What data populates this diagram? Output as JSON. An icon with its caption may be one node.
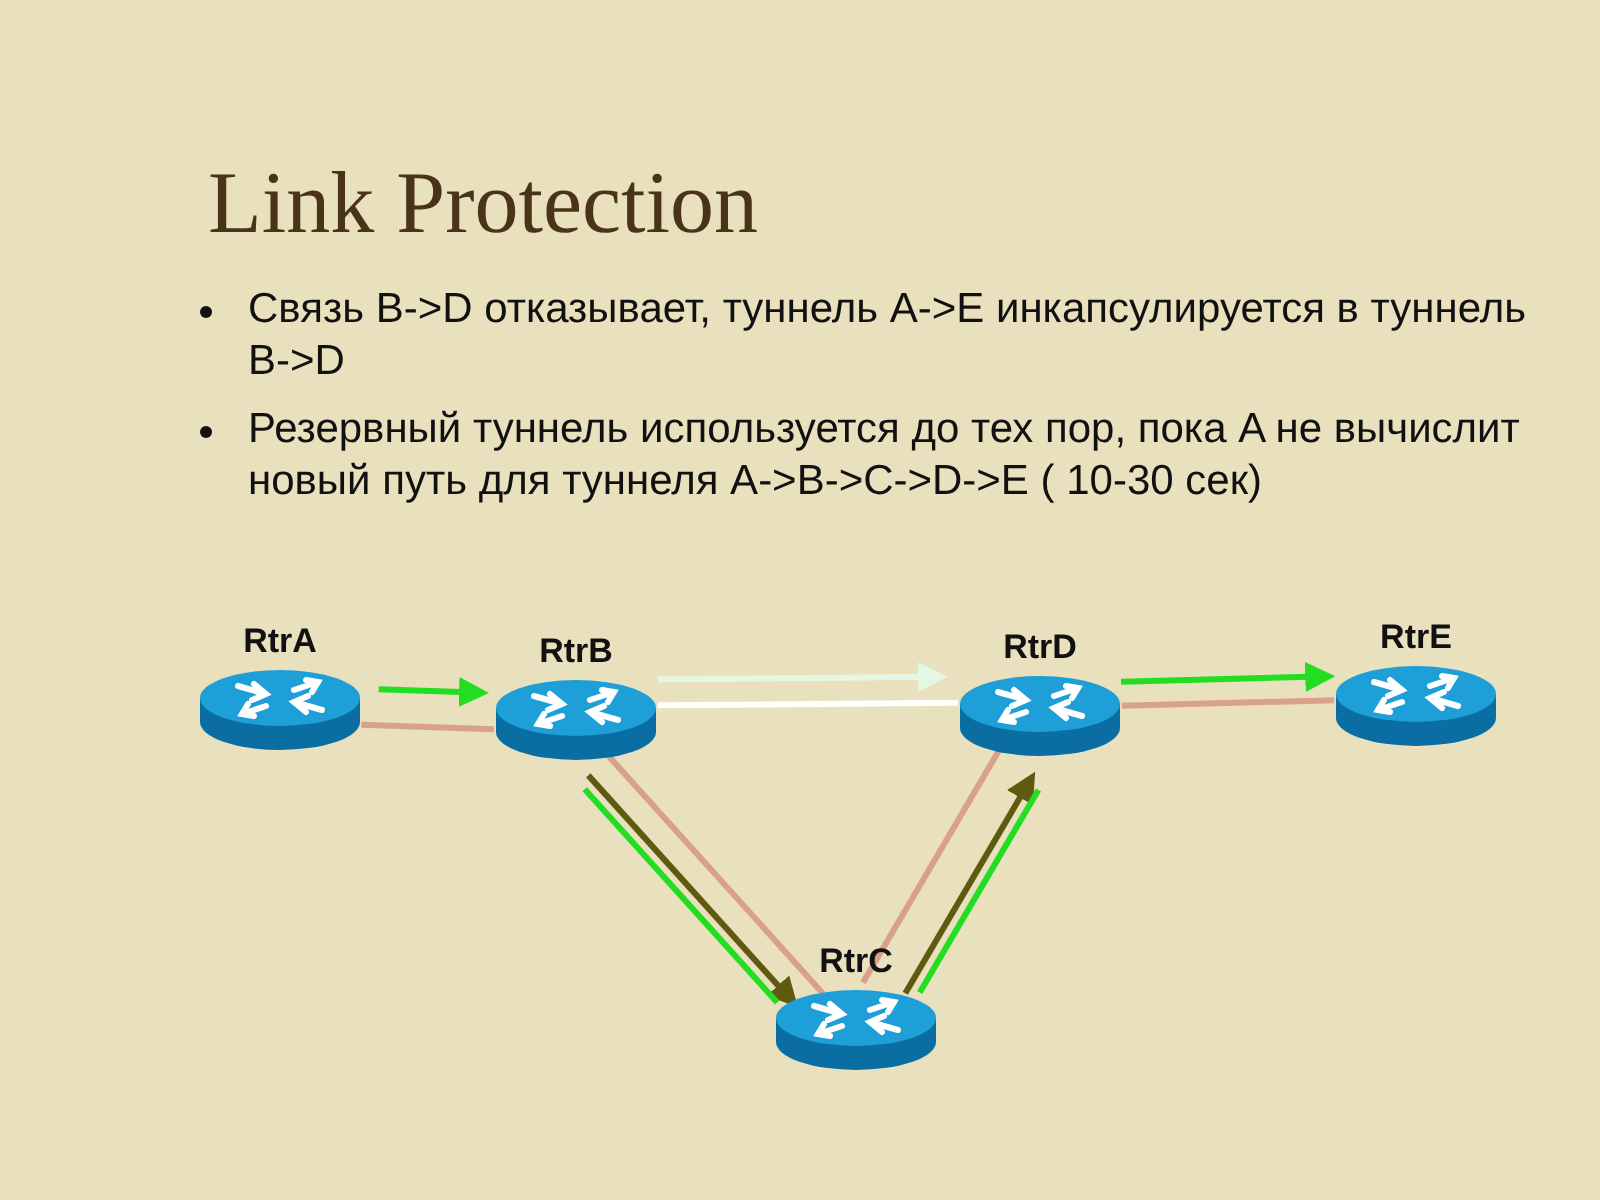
{
  "diagram": {
    "title": "Link Protection",
    "nodes": [
      {
        "text": [
          "RtrA"
        ]
      },
      {
        "text": [
          "RtrB"
        ]
      },
      {
        "text": [
          "RtrD"
        ]
      },
      {
        "text": [
          "RtrE"
        ]
      },
      {
        "text": [
          "RtrC"
        ]
      }
    ],
    "edges": [
      {
        "from": 0,
        "to": 1,
        "arrow": "none",
        "color": "#d9a08a"
      },
      {
        "from": 0,
        "to": 1,
        "arrow": "to",
        "color": "#22dd22"
      },
      {
        "from": 1,
        "to": 2,
        "arrow": "none",
        "color": "#ffffff"
      },
      {
        "from": 1,
        "to": 2,
        "arrow": "to",
        "color": "#e4f7e4"
      },
      {
        "from": 2,
        "to": 3,
        "arrow": "none",
        "color": "#d9a08a"
      },
      {
        "from": 2,
        "to": 3,
        "arrow": "to",
        "color": "#22dd22"
      },
      {
        "from": 1,
        "to": 4,
        "arrow": "none",
        "color": "#d9a08a"
      },
      {
        "from": 1,
        "to": 4,
        "arrow": "to",
        "color": "#5e5a10"
      },
      {
        "from": 1,
        "to": 4,
        "arrow": "none",
        "color": "#22dd22"
      },
      {
        "from": 4,
        "to": 2,
        "arrow": "none",
        "color": "#d9a08a"
      },
      {
        "from": 4,
        "to": 2,
        "arrow": "to",
        "color": "#5e5a10"
      },
      {
        "from": 4,
        "to": 2,
        "arrow": "none",
        "color": "#22dd22"
      }
    ],
    "labels": [
      "Связь B->D отказывает, туннель A->E инкапсулируется в туннель B->D",
      "Резервный туннель используется до тех пор, пока A не вычислит новый путь для туннеля A->B->C->D->E ( 10-30 сек)"
    ]
  }
}
